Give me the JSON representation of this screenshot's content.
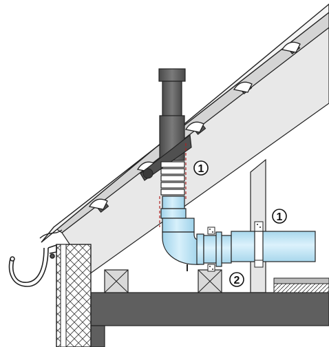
{
  "diagram": {
    "callouts": [
      {
        "label": "1"
      },
      {
        "label": "1"
      },
      {
        "label": "2"
      }
    ]
  },
  "colors": {
    "background": "#ffffff",
    "outline": "#222222",
    "roof_underlay": "#d9d9d9",
    "rafter": "#e6e6e6",
    "pipe_blue": "#bfe3f3",
    "flue_dark": "#555555",
    "floor_dark": "#5f5f5f",
    "wall_hatch": "#cfcfcf"
  }
}
